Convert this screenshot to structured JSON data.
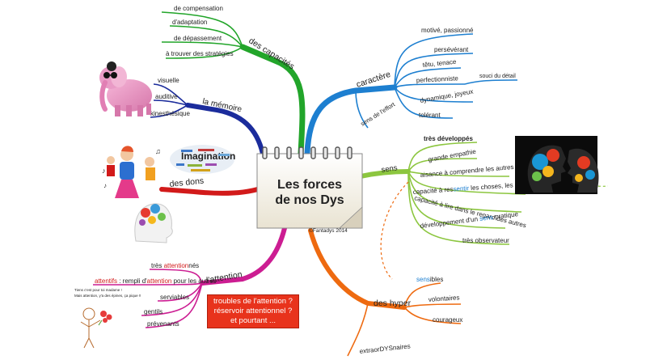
{
  "center": {
    "title_l1": "Les forces",
    "title_l2": "de nos Dys",
    "credit": "©Fantadys 2014"
  },
  "colors": {
    "capacites": "#22a52a",
    "memoire": "#1b2c9c",
    "dons": "#d21a1a",
    "attention": "#cc1d92",
    "hyper": "#ee6a10",
    "sens": "#8cc63f",
    "caractere": "#1d7fd0"
  },
  "branches": {
    "capacites": {
      "label": "des capacités",
      "items": [
        "de compensation",
        "d'adaptation",
        "de dépassement",
        "à trouver des stratégies"
      ]
    },
    "memoire": {
      "label": "la mémoire",
      "items": [
        "visuelle",
        "auditive",
        "kinesthésique"
      ]
    },
    "dons": {
      "label": "des dons"
    },
    "attention": {
      "label": "l'attention",
      "item1": {
        "pre": "très ",
        "hi": "attention",
        "post": "nés"
      },
      "item2": {
        "pre": "attentifs",
        "mid": " : rempli d'",
        "hi": "attention",
        "post": " pour les autres"
      },
      "items": [
        "serviables",
        "gentils",
        "prévenants"
      ]
    },
    "hyper": {
      "label": "des hyper",
      "item1": {
        "hi": "sens",
        "post": "ibles"
      },
      "items": [
        "volontaires",
        "courageux"
      ],
      "extra": "extraorDYSnaires"
    },
    "sens": {
      "label": "sens",
      "items": [
        "très développés",
        "grande empathie",
        "aisance à comprendre les autres"
      ],
      "item_ressentir": {
        "pre": "capacité à res",
        "hi": "sentir",
        "post": " les choses, les gens"
      },
      "item_lire": "capacité à lire dans le regard des autres",
      "item_pratique": {
        "pre": "développement d'un ",
        "hi": "sens",
        "post": " pratique"
      },
      "item_obs": "très observateur"
    },
    "caractere": {
      "label": "caractère",
      "items": [
        "motivé, passionné",
        "persévérant",
        "têtu, tenace",
        "perfectionniste",
        "dynamique, joyeux",
        "tolérant"
      ],
      "sub": "souci du détail",
      "effort": "sens de l'effort"
    }
  },
  "callout": {
    "l1": "troubles de l'attention ?",
    "l2": "réservoir attentionnel ?",
    "l3": "et pourtant ..."
  },
  "images": {
    "imagination": "Imagination",
    "note_l1": "Tiens c'est pour toi madame !",
    "note_l2": "Mais attention, y'a des épines, ça pique !!"
  }
}
